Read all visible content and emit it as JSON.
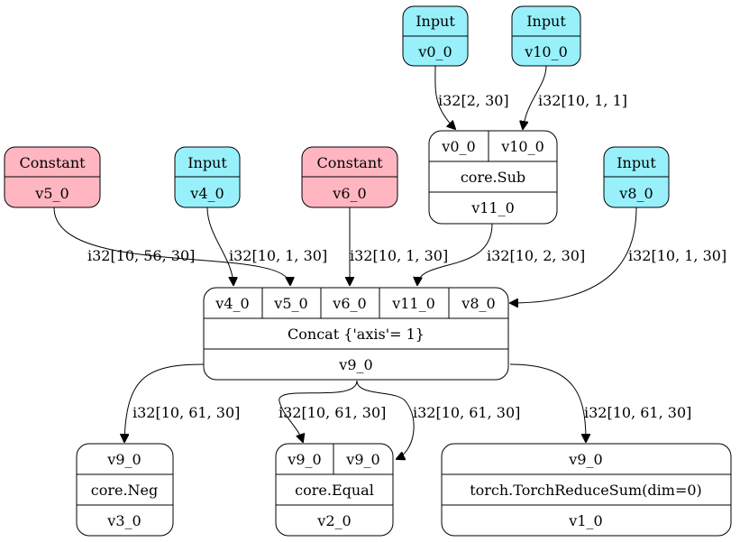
{
  "colors": {
    "input": "#98f0fb",
    "constant": "#ffb6c1",
    "op": "#ffffff",
    "stroke": "#000000"
  },
  "nodes": {
    "input_v0": {
      "kind": "Input",
      "name": "v0_0"
    },
    "input_v10": {
      "kind": "Input",
      "name": "v10_0"
    },
    "const_v5": {
      "kind": "Constant",
      "name": "v5_0"
    },
    "input_v4": {
      "kind": "Input",
      "name": "v4_0"
    },
    "const_v6": {
      "kind": "Constant",
      "name": "v6_0"
    },
    "input_v8": {
      "kind": "Input",
      "name": "v8_0"
    },
    "sub": {
      "inputs": [
        "v0_0",
        "v10_0"
      ],
      "op": "core.Sub",
      "output": "v11_0"
    },
    "concat": {
      "inputs": [
        "v4_0",
        "v5_0",
        "v6_0",
        "v11_0",
        "v8_0"
      ],
      "op": "Concat {'axis'= 1}",
      "output": "v9_0"
    },
    "neg": {
      "inputs": [
        "v9_0"
      ],
      "op": "core.Neg",
      "output": "v3_0"
    },
    "equal": {
      "inputs": [
        "v9_0",
        "v9_0"
      ],
      "op": "core.Equal",
      "output": "v2_0"
    },
    "reducesum": {
      "inputs": [
        "v9_0"
      ],
      "op": "torch.TorchReduceSum(dim=0)",
      "output": "v1_0"
    }
  },
  "edges": {
    "v0_to_sub": "i32[2, 30]",
    "v10_to_sub": "i32[10, 1, 1]",
    "v5_to_concat": "i32[10, 56, 30]",
    "v4_to_concat": "i32[10, 1, 30]",
    "v6_to_concat": "i32[10, 1, 30]",
    "sub_to_concat": "i32[10, 2, 30]",
    "v8_to_concat": "i32[10, 1, 30]",
    "concat_to_neg": "i32[10, 61, 30]",
    "concat_to_equal_a": "i32[10, 61, 30]",
    "concat_to_equal_b": "i32[10, 61, 30]",
    "concat_to_reducesum": "i32[10, 61, 30]"
  }
}
